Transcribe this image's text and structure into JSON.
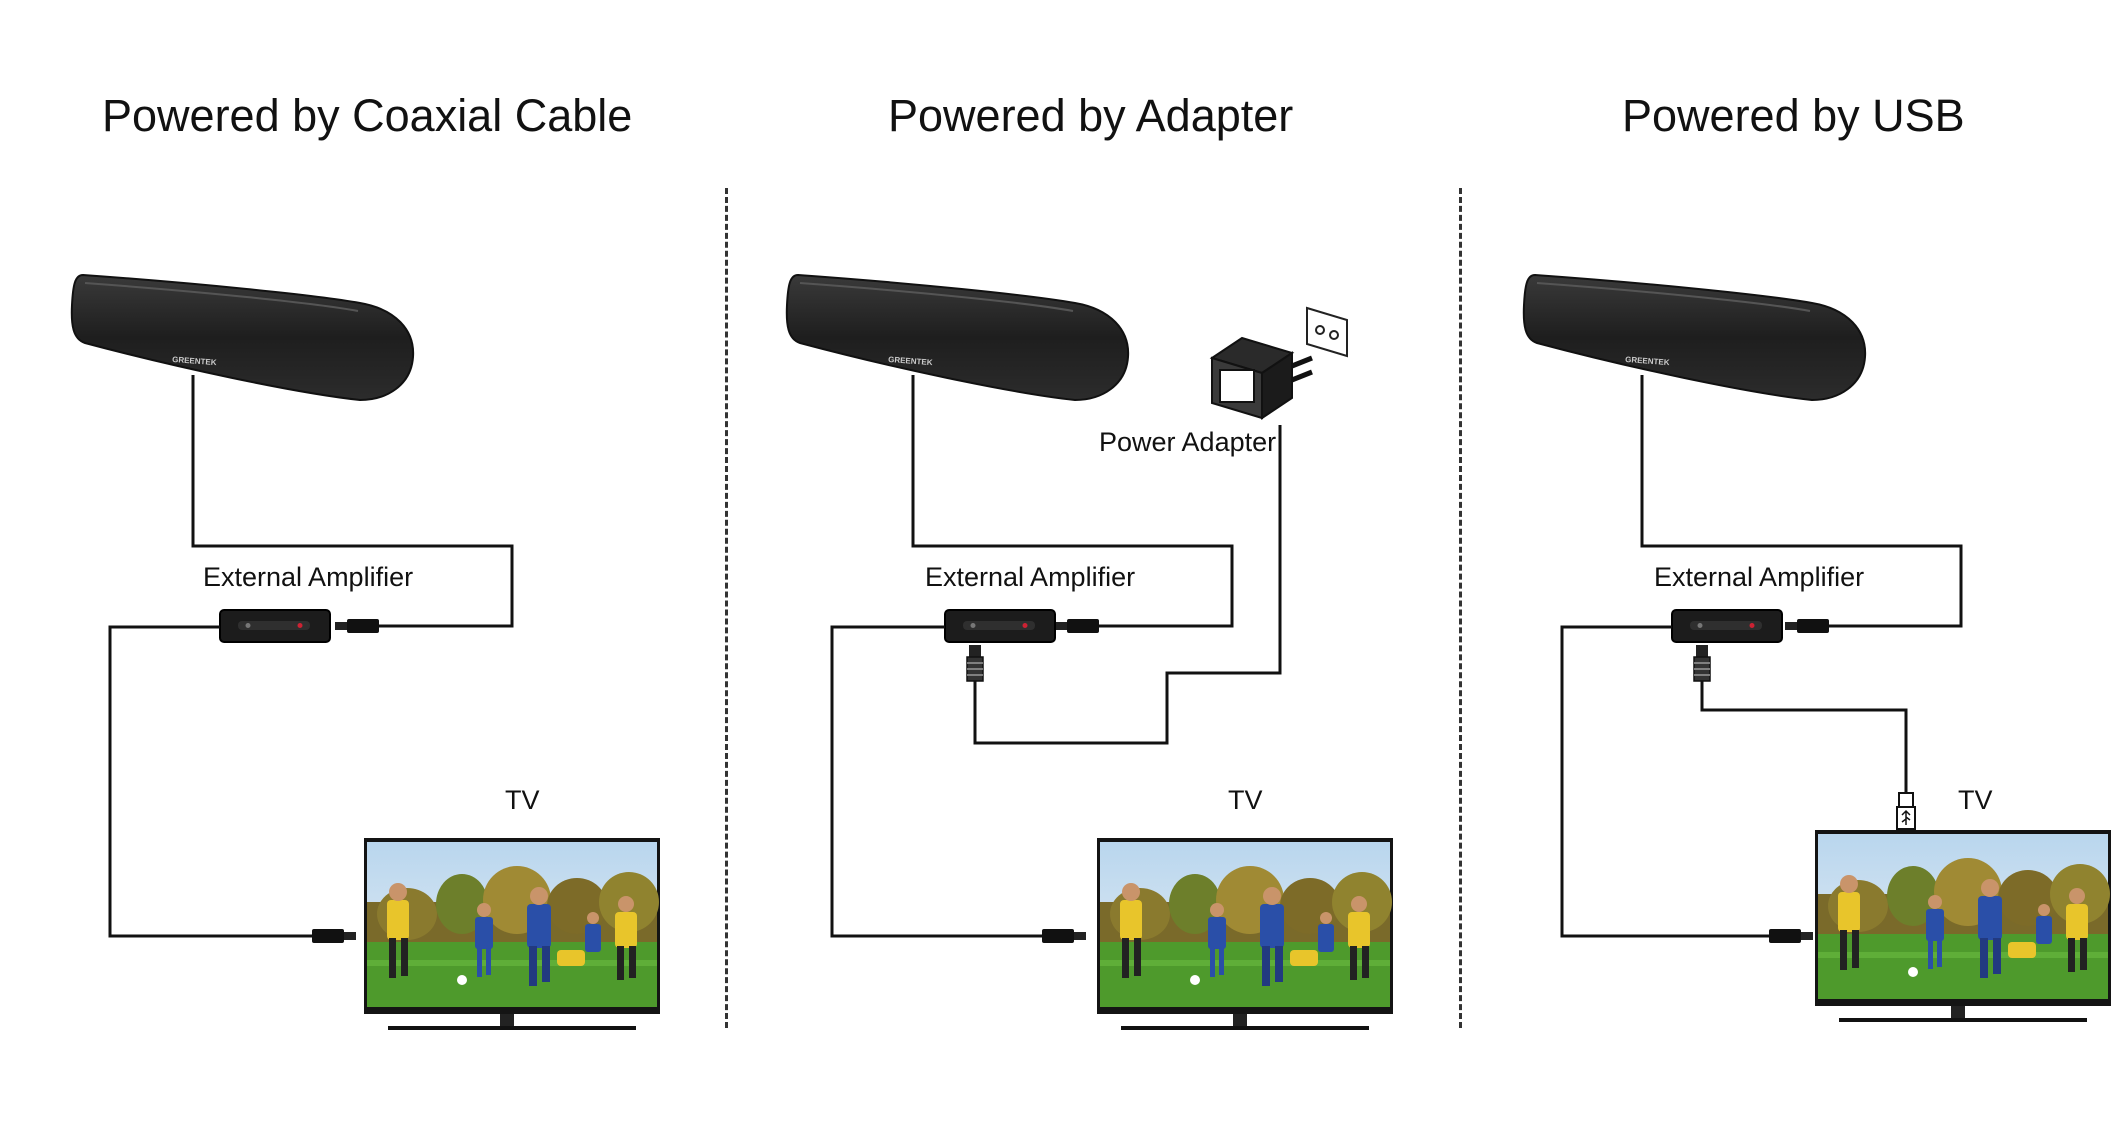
{
  "panels": [
    {
      "title": "Powered by Coaxial Cable",
      "amplifier_label": "External Amplifier",
      "tv_label": "TV",
      "brand": "GREENTEK"
    },
    {
      "title": "Powered by Adapter",
      "amplifier_label": "External Amplifier",
      "tv_label": "TV",
      "adapter_label": "Power Adapter",
      "brand": "GREENTEK"
    },
    {
      "title": "Powered by USB",
      "amplifier_label": "External Amplifier",
      "tv_label": "TV",
      "brand": "GREENTEK"
    }
  ],
  "colors": {
    "device": "#1e1e1e",
    "cable": "#111111",
    "divider": "#333333",
    "sky": "#cfe3f2",
    "grass": "#4e9a2c",
    "trees": "#7a6a2a",
    "jersey_yellow": "#e8c52b",
    "jersey_blue": "#2a4fa8"
  }
}
